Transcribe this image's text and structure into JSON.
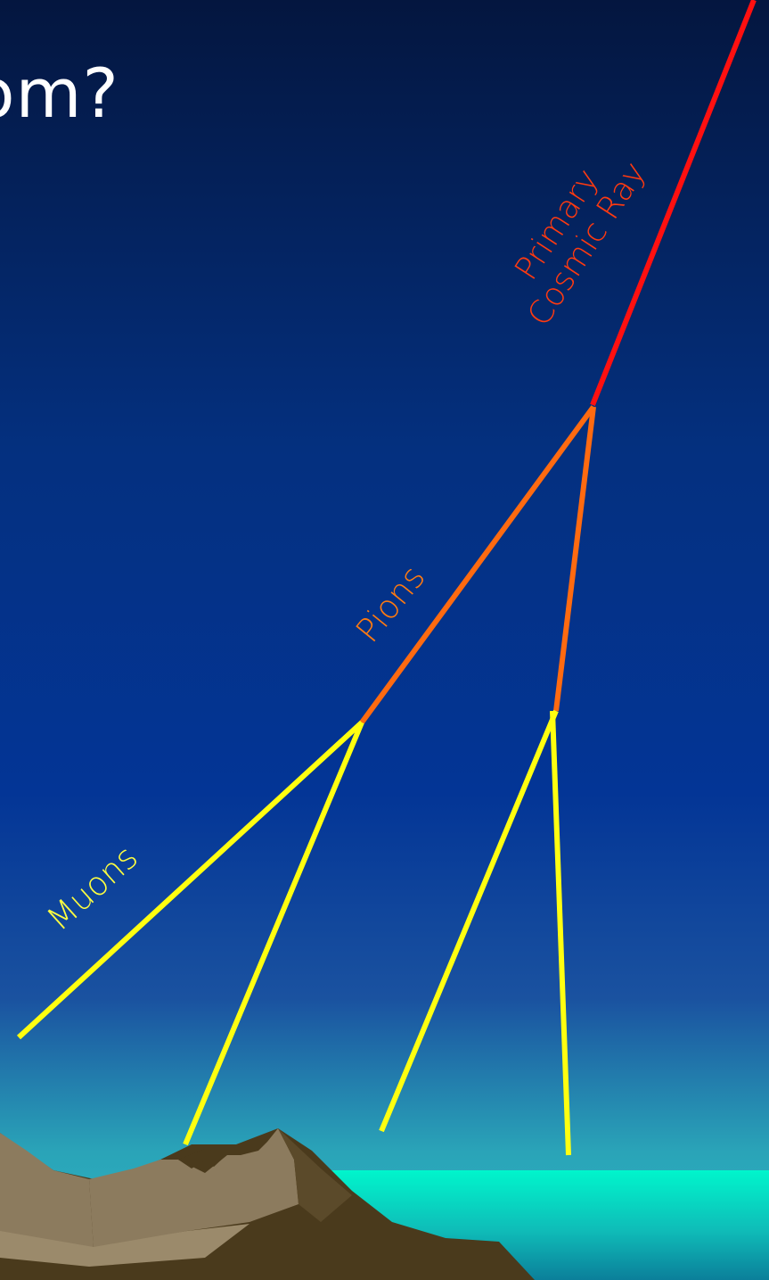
{
  "slide": {
    "title_fragment": "om?"
  },
  "labels": {
    "primary_line1": "Primary",
    "primary_line2": "Cosmic Ray",
    "pions": "Pions",
    "muons": "Muons"
  },
  "colors": {
    "sky_top": "#04163f",
    "sky_mid": "#04328f",
    "sky_bottom": "#2fb3c0",
    "sea": "#00f0c8",
    "mountain": "#4a3a1c",
    "mountain_light": "#8c7b5e",
    "primary_ray": "#ff1010",
    "pions": "#ff6a10",
    "muons": "#ffff10",
    "label_primary": "#ff3a10",
    "label_pions": "#ff7a10",
    "label_muons": "#ffff40"
  }
}
